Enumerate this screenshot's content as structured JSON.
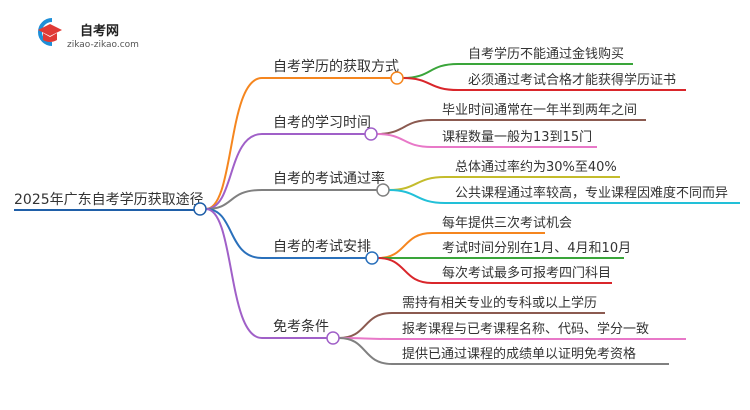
{
  "logo": {
    "title": "自考网",
    "url": "zikao-zikao.com"
  },
  "root": {
    "label": "2025年广东自考学历获取途径",
    "color": "#1f5fa8"
  },
  "branches": [
    {
      "label": "自考学历的获取方式",
      "color": "#f5861f",
      "children": [
        {
          "label": "自考学历不能通过金钱购买",
          "color": "#3aa53a"
        },
        {
          "label": "必须通过考试合格才能获得学历证书",
          "color": "#d9262b"
        }
      ]
    },
    {
      "label": "自考的学习时间",
      "color": "#a060c8",
      "children": [
        {
          "label": "毕业时间通常在一年半到两年之间",
          "color": "#8b5a50"
        },
        {
          "label": "课程数量一般为13到15门",
          "color": "#e878c8"
        }
      ]
    },
    {
      "label": "自考的考试通过率",
      "color": "#808080",
      "children": [
        {
          "label": "总体通过率约为30%至40%",
          "color": "#c4bc2c"
        },
        {
          "label": "公共课程通过率较高，专业课程因难度不同而异",
          "color": "#22c0d8"
        }
      ]
    },
    {
      "label": "自考的考试安排",
      "color": "#2a70bb",
      "children": [
        {
          "label": "每年提供三次考试机会",
          "color": "#f5861f"
        },
        {
          "label": "考试时间分别在1月、4月和10月",
          "color": "#3aa53a"
        },
        {
          "label": "每次考试最多可报考四门科目",
          "color": "#d9262b"
        }
      ]
    },
    {
      "label": "免考条件",
      "color": "#a060c8",
      "children": [
        {
          "label": "需持有相关专业的专科或以上学历",
          "color": "#8b5a50"
        },
        {
          "label": "报考课程与已考课程名称、代码、学分一致",
          "color": "#e878c8"
        },
        {
          "label": "提供已通过课程的成绩单以证明免考资格",
          "color": "#808080"
        }
      ]
    }
  ]
}
